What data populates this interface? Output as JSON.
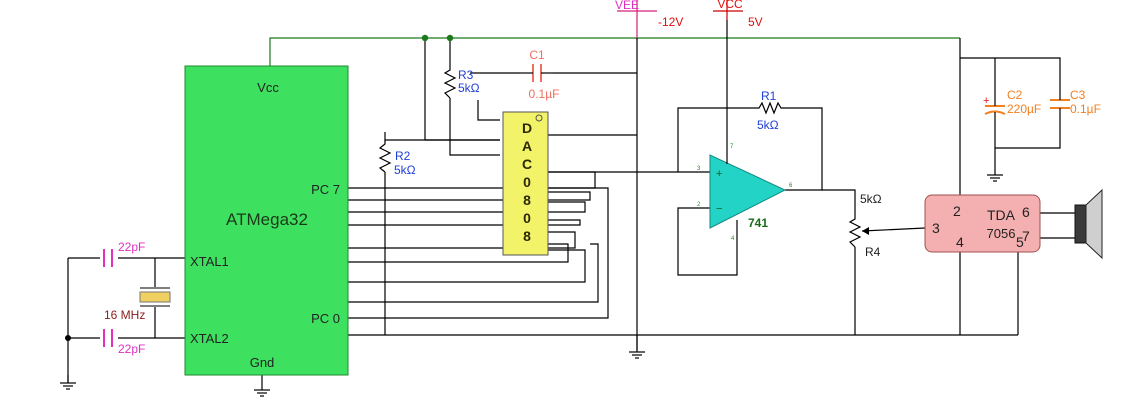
{
  "supplies": {
    "vee_label": "VEE",
    "vee_value": "-12V",
    "vcc_label": "VCC",
    "vcc_value": "5V"
  },
  "mcu": {
    "name": "ATMega32",
    "vcc": "Vcc",
    "gnd": "Gnd",
    "pc7": "PC 7",
    "pc0": "PC 0",
    "xtal1": "XTAL1",
    "xtal2": "XTAL2"
  },
  "crystal": {
    "freq": "16 MHz",
    "cap_top": "22pF",
    "cap_bottom": "22pF"
  },
  "dac": {
    "letters": [
      "D",
      "A",
      "C",
      "0",
      "8",
      "0",
      "8"
    ]
  },
  "resistors": {
    "r1_name": "R1",
    "r1_value": "5kΩ",
    "r2_name": "R2",
    "r2_value": "5kΩ",
    "r3_name": "R3",
    "r3_value": "5kΩ",
    "r4_name": "R4",
    "r4_value": "5kΩ"
  },
  "capacitors": {
    "c1_name": "C1",
    "c1_value": "0.1µF",
    "c2_name": "C2",
    "c2_value": "220µF",
    "c3_name": "C3",
    "c3_value": "0.1µF"
  },
  "opamp": {
    "name": "741",
    "plus": "+",
    "minus": "−",
    "pin_in_plus": "3",
    "pin_in_minus": "2",
    "pin_out": "6",
    "pin_v_pos": "7",
    "pin_v_neg": "4"
  },
  "amp": {
    "name": "TDA",
    "part": "7056",
    "pins": {
      "p2": "2",
      "p3": "3",
      "p4": "4",
      "p5": "5",
      "p6": "6",
      "p7": "7"
    }
  },
  "colors": {
    "mcu_fill": "#3ee060",
    "dac_fill": "#f3f36a",
    "opamp_fill": "#22d3c6",
    "amp_fill": "#f4b0b0",
    "wire": "#000000",
    "wire_green": "#1a7a1a"
  }
}
